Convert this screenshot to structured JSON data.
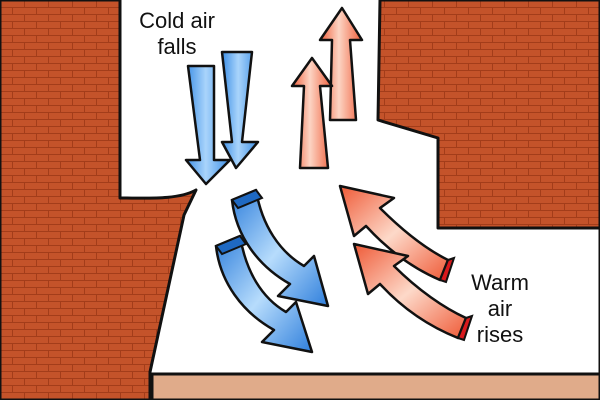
{
  "labels": {
    "cold_line1": "Cold air",
    "cold_line2": "falls",
    "warm_line1": "Warm",
    "warm_line2": "air",
    "warm_line3": "rises"
  },
  "colors": {
    "brick": "#c4532a",
    "mortar": "#a33d1a",
    "hearth": "#e0ab8a",
    "cold_arrow": "#3d8fe6",
    "cold_arrow_light": "#a9d4fb",
    "warm_arrow": "#f05f3c",
    "warm_arrow_light": "#fcd4c3",
    "warm_arrow_side": "#d8191d"
  },
  "icons": [
    "cold-air-arrow-icon",
    "warm-air-arrow-icon"
  ]
}
